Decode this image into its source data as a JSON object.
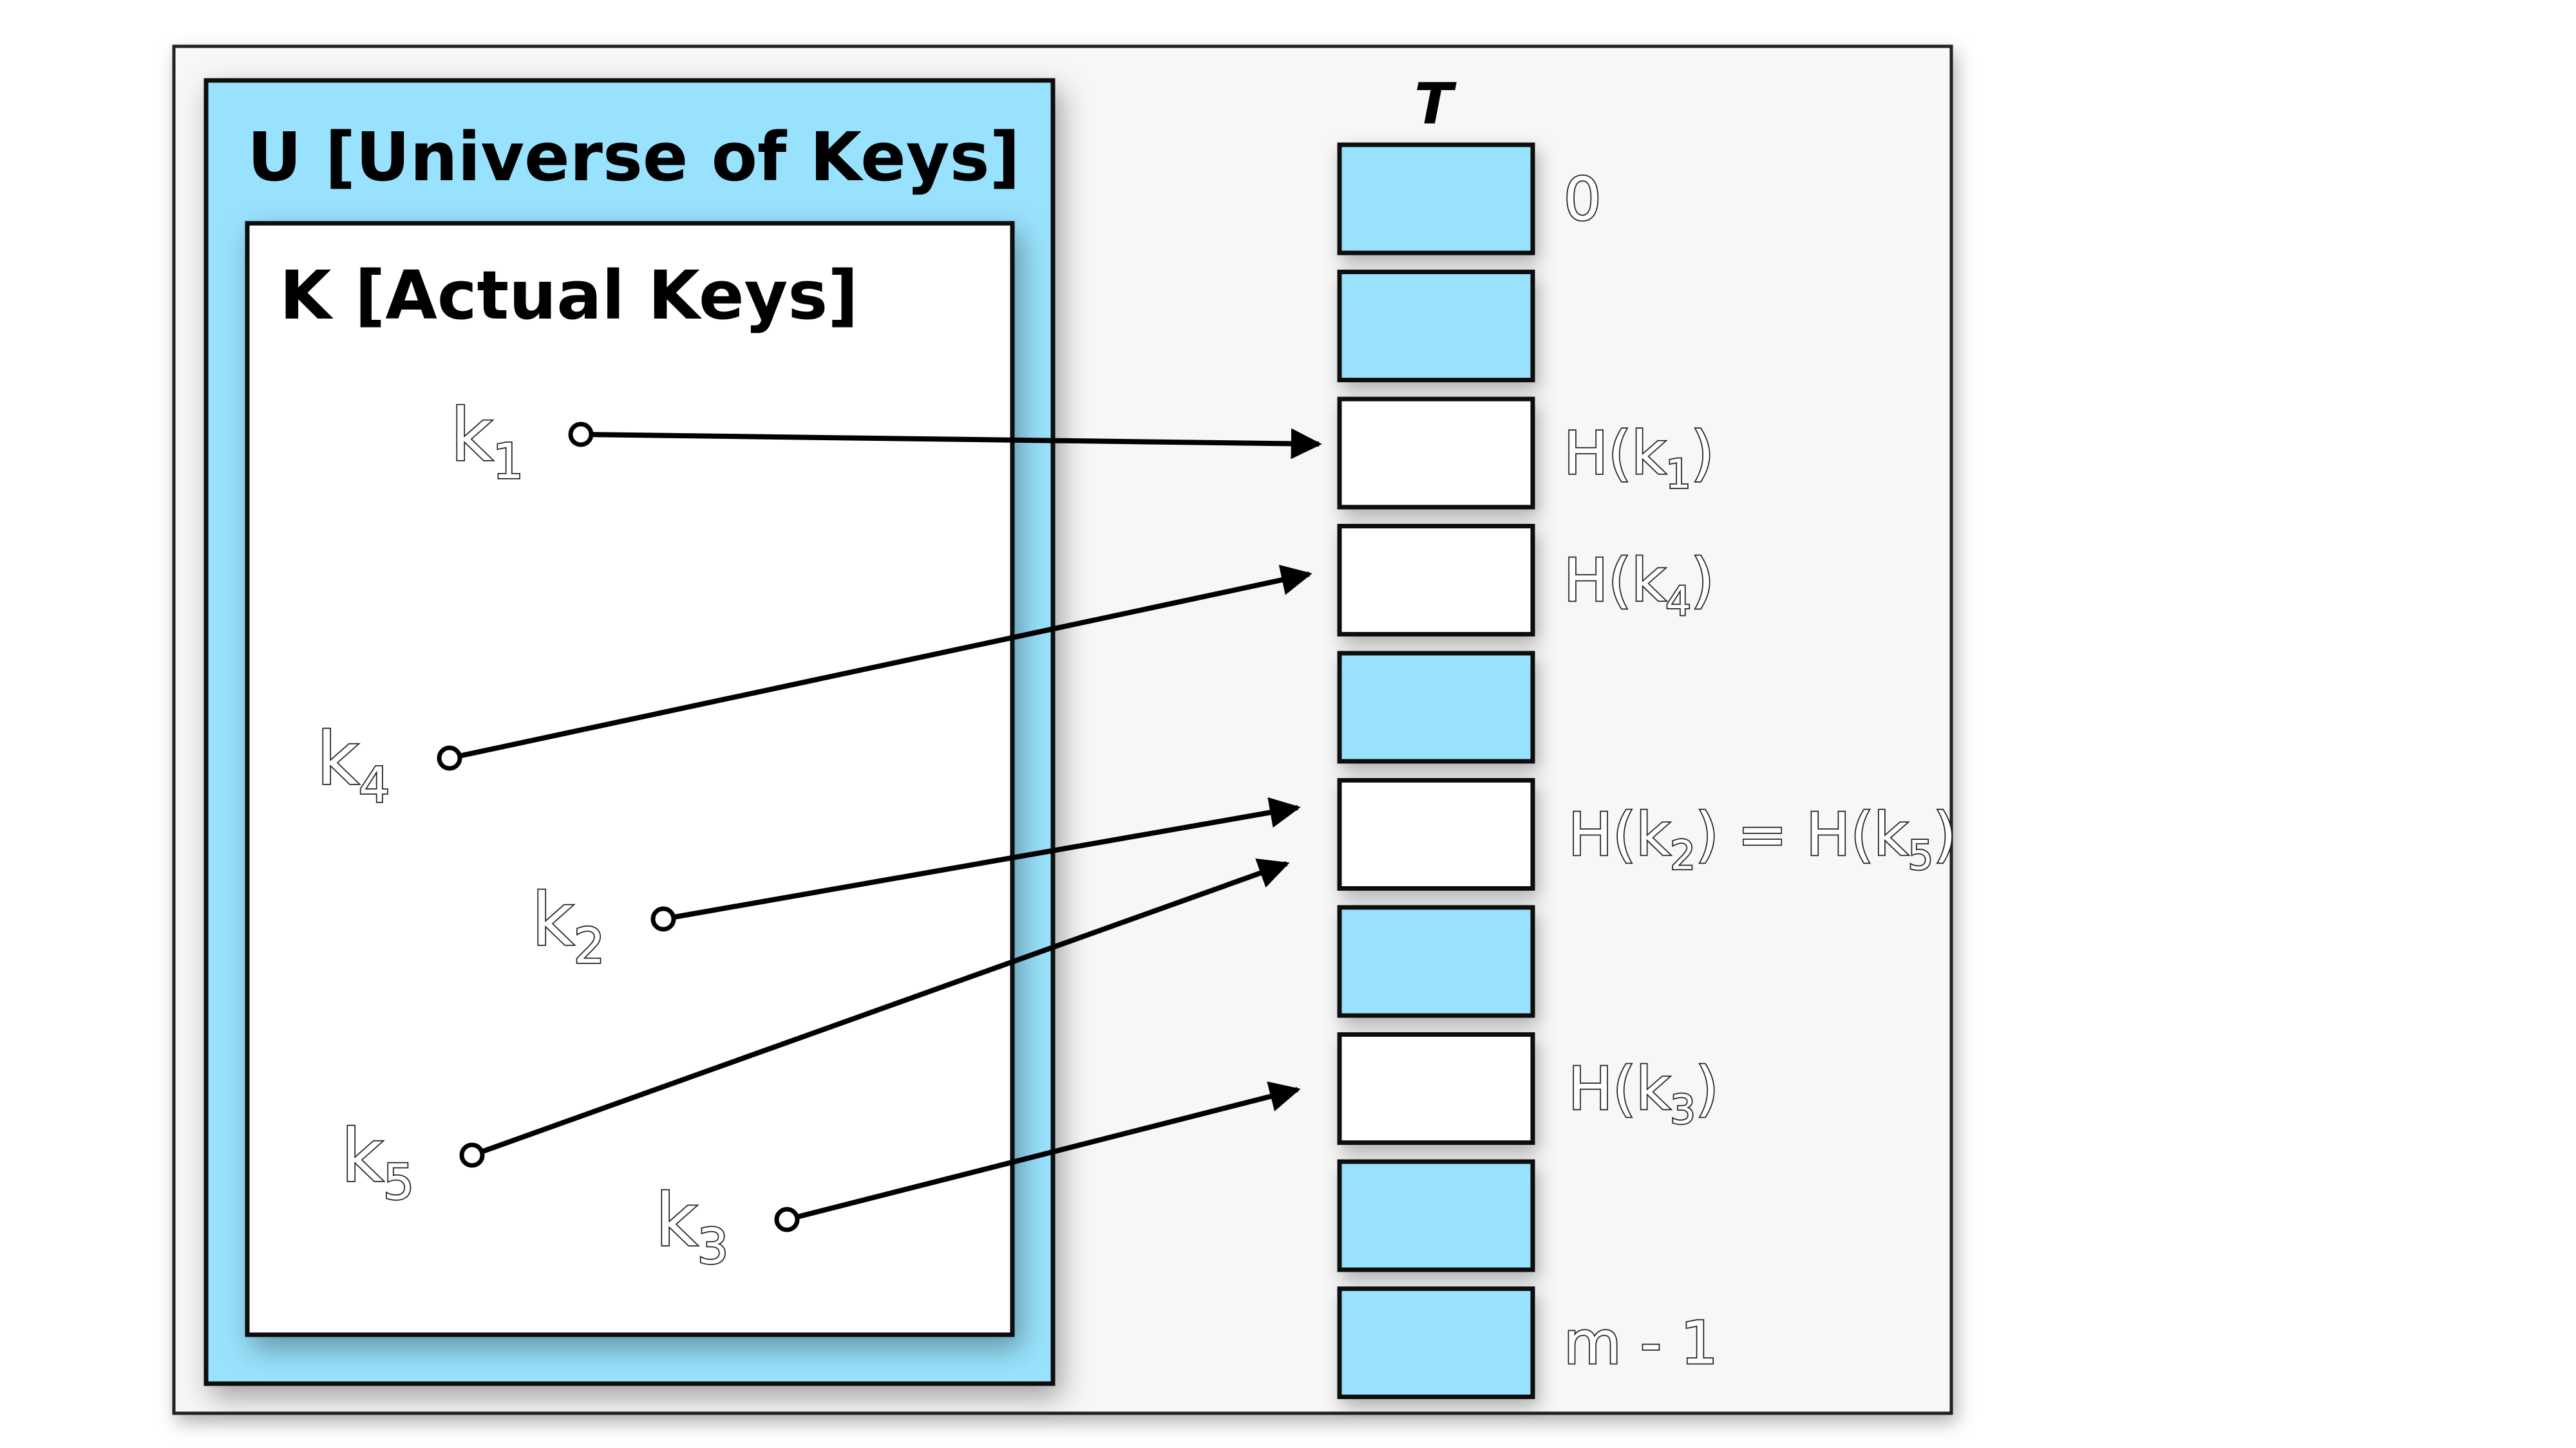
{
  "universe": {
    "title": "U [Universe of Keys]"
  },
  "actual_keys": {
    "title": "K [Actual Keys]"
  },
  "keys": [
    {
      "base": "k",
      "sub": "1"
    },
    {
      "base": "k",
      "sub": "4"
    },
    {
      "base": "k",
      "sub": "2"
    },
    {
      "base": "k",
      "sub": "5"
    },
    {
      "base": "k",
      "sub": "3"
    }
  ],
  "table": {
    "title": "T",
    "slot_count": 10,
    "filled_slots": [
      0,
      1,
      4,
      6,
      8,
      9
    ],
    "labels": [
      {
        "slot": 0,
        "parts": [
          {
            "t": "0"
          }
        ]
      },
      {
        "slot": 2,
        "parts": [
          {
            "t": "H(k"
          },
          {
            "t": "1",
            "sub": true
          },
          {
            "t": ")"
          }
        ]
      },
      {
        "slot": 3,
        "parts": [
          {
            "t": "H(k"
          },
          {
            "t": "4",
            "sub": true
          },
          {
            "t": ")"
          }
        ]
      },
      {
        "slot": 5,
        "parts": [
          {
            "t": "H(k"
          },
          {
            "t": "2",
            "sub": true
          },
          {
            "t": ") = H(k"
          },
          {
            "t": "5",
            "sub": true
          },
          {
            "t": ")"
          }
        ]
      },
      {
        "slot": 7,
        "parts": [
          {
            "t": "H(k"
          },
          {
            "t": "3",
            "sub": true
          },
          {
            "t": ")"
          }
        ]
      },
      {
        "slot": 9,
        "parts": [
          {
            "t": "m - 1"
          }
        ]
      }
    ]
  },
  "mappings": [
    {
      "key": 0,
      "slot": 2
    },
    {
      "key": 1,
      "slot": 3
    },
    {
      "key": 2,
      "slot": 5
    },
    {
      "key": 3,
      "slot": 5
    },
    {
      "key": 4,
      "slot": 7
    }
  ],
  "colors": {
    "filled_slot": "#99E2FD",
    "universe_fill": "#99E2FD",
    "frame_fill": "#F7F7F7"
  }
}
